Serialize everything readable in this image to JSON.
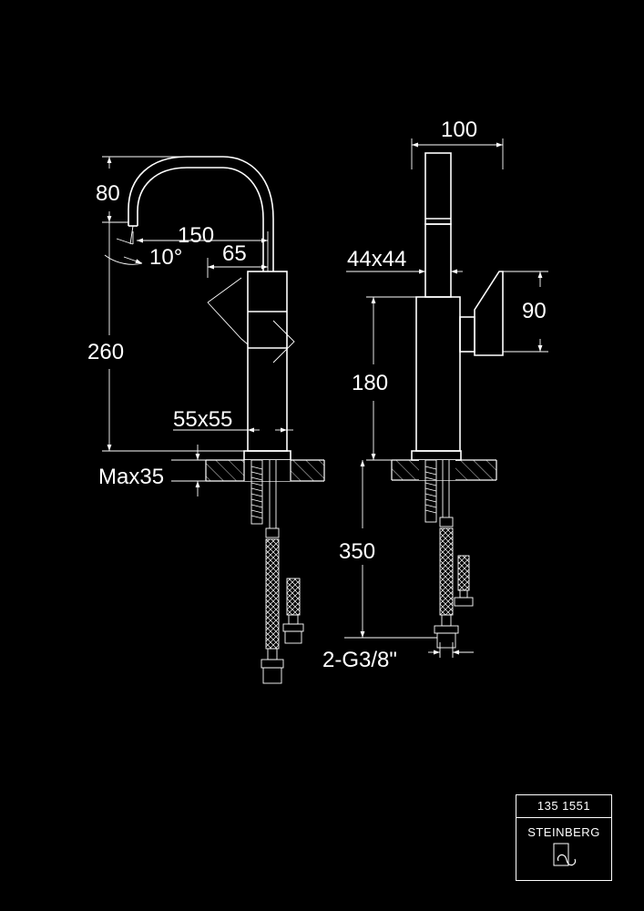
{
  "dimensions": {
    "spout_height": "80",
    "spout_reach": "150",
    "spout_angle": "10°",
    "handle_reach": "65",
    "total_height": "260",
    "body_section": "55x55",
    "max_deck": "Max35",
    "width": "100",
    "handle_section": "44x44",
    "handle_height": "90",
    "body_height": "180",
    "hose_length": "350",
    "connection": "2-G3/8\""
  },
  "brand": {
    "code": "135 1551",
    "name": "STEINBERG"
  },
  "colors": {
    "background": "#000000",
    "line": "#ffffff"
  }
}
